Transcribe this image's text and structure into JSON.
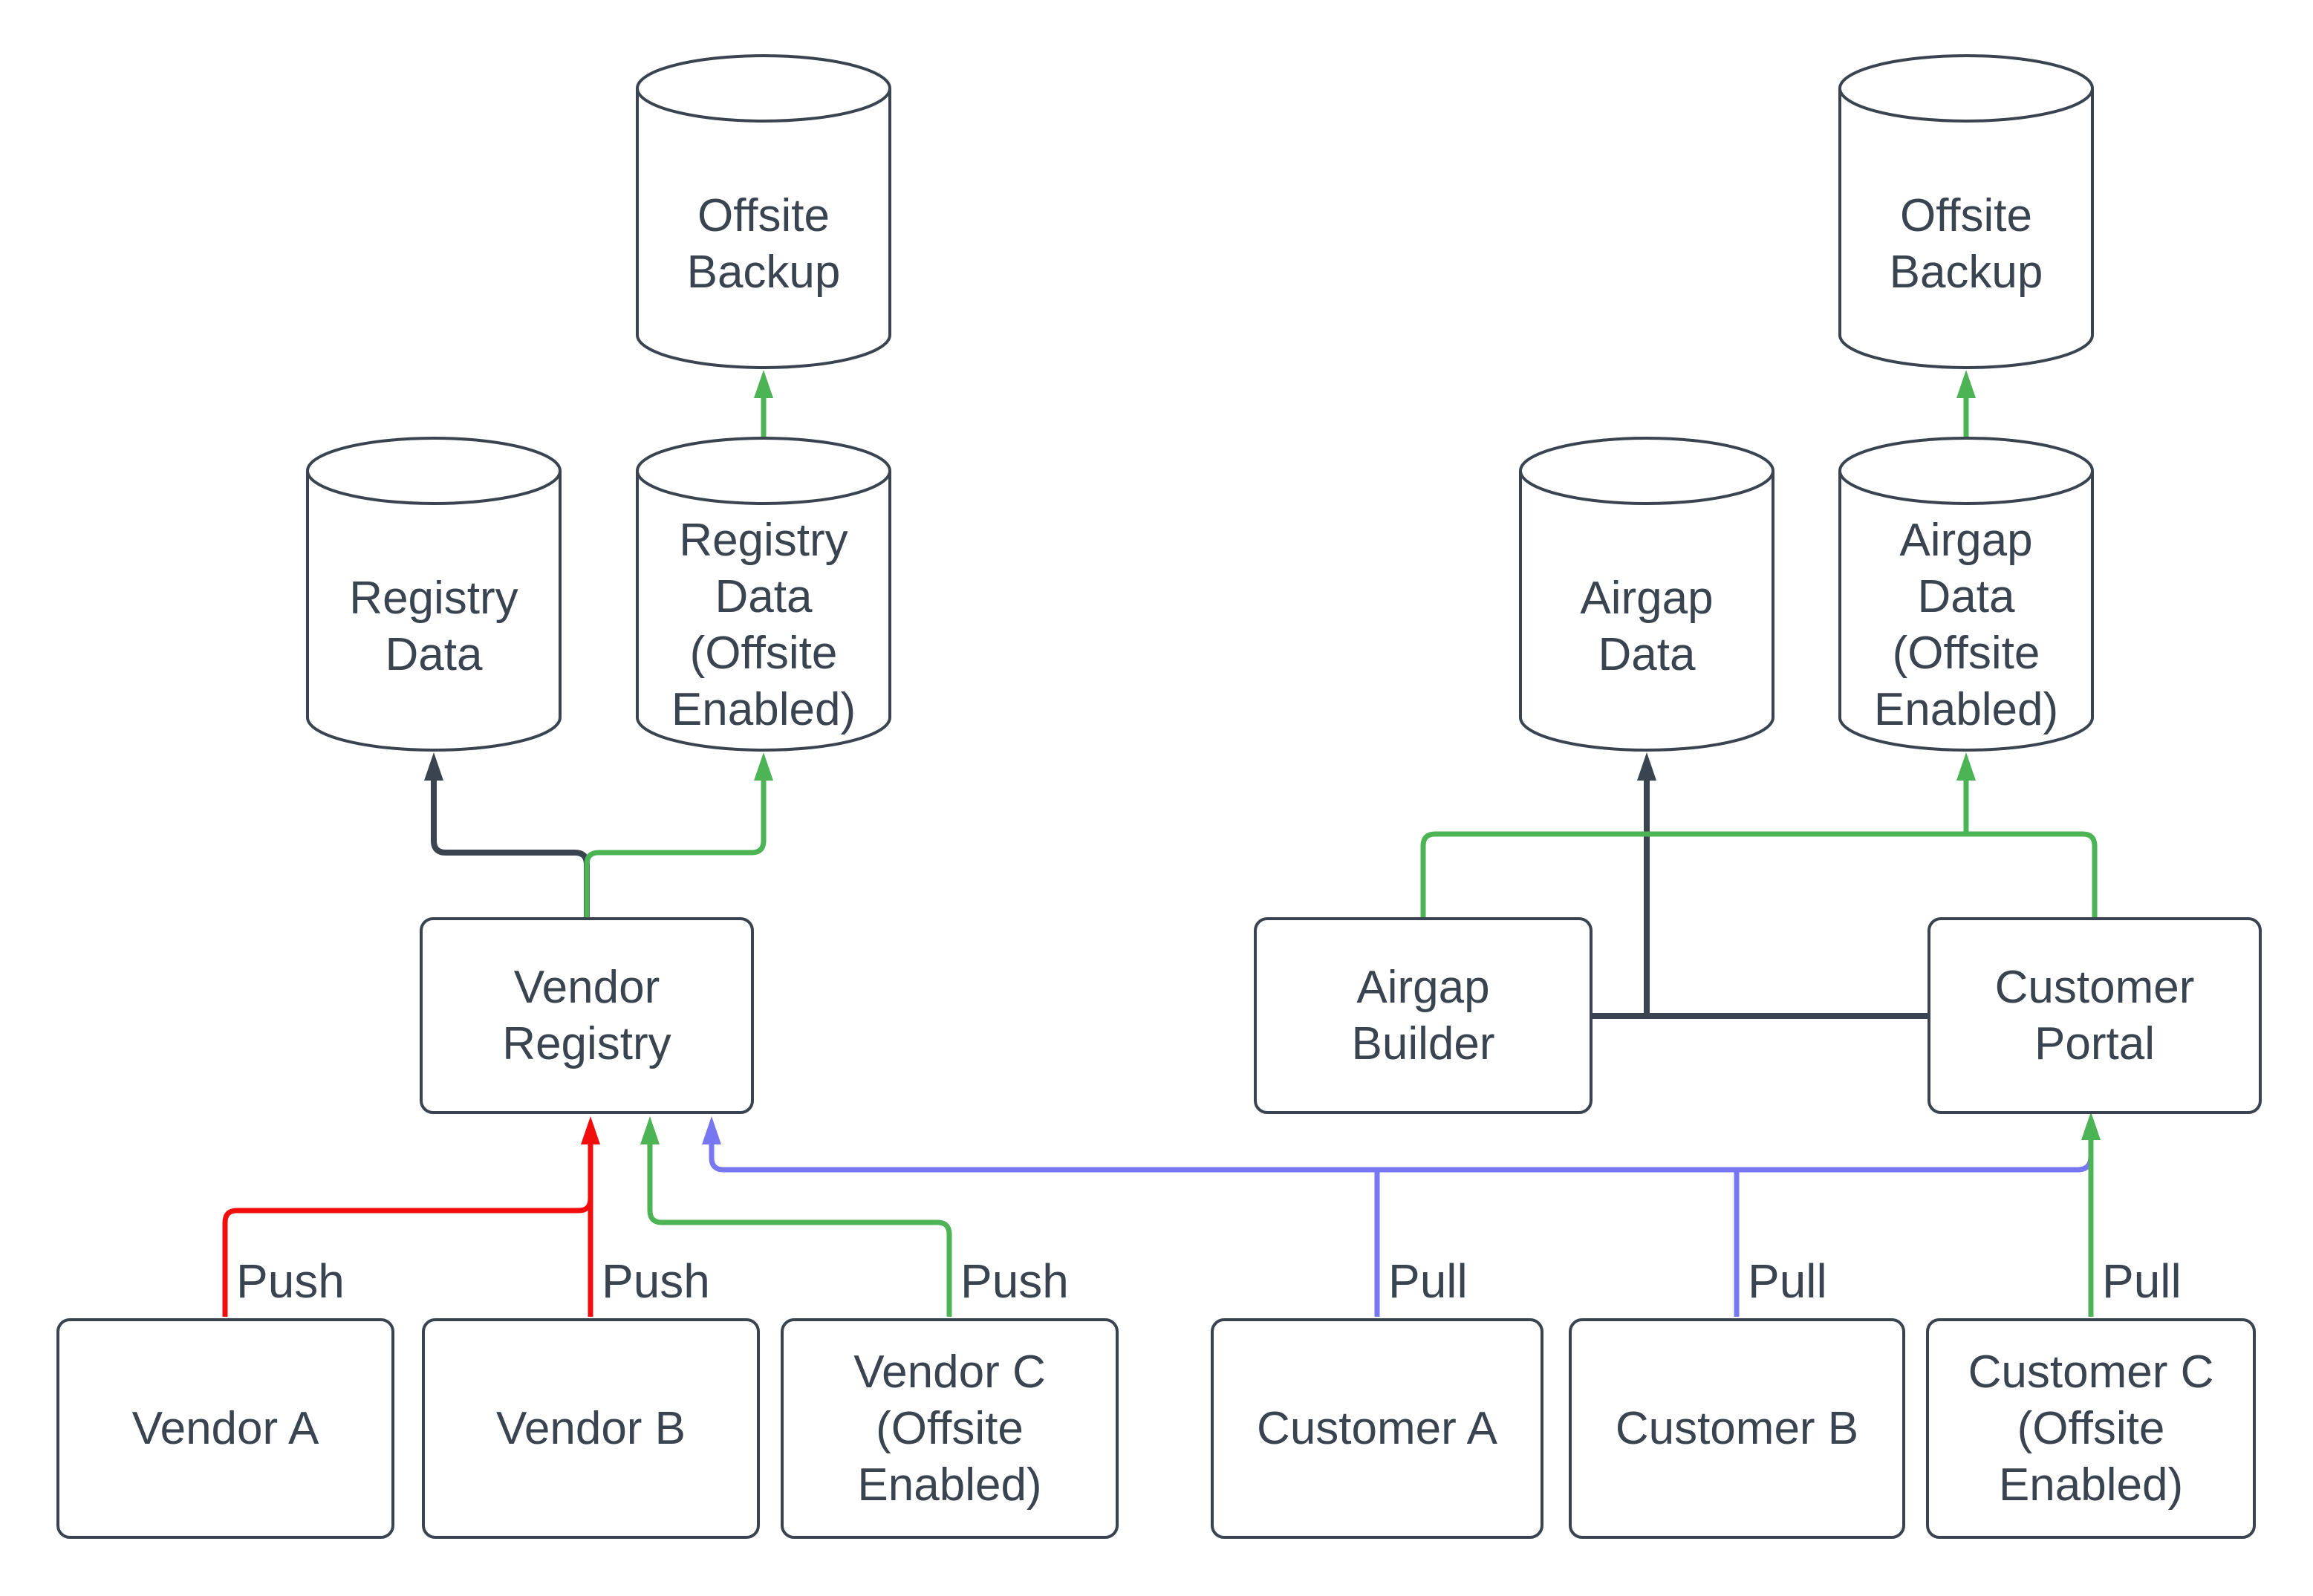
{
  "colors": {
    "red": "#f20d0d",
    "green": "#4cb455",
    "blue": "#7777f2",
    "dark": "#3a4350",
    "fill": "#ffffff"
  },
  "nodes": {
    "offsite_backup_left": {
      "label": "Offsite\nBackup",
      "type": "cylinder"
    },
    "registry_data": {
      "label": "Registry\nData",
      "type": "cylinder"
    },
    "registry_data_offsite": {
      "label": "Registry\nData\n(Offsite\nEnabled)",
      "type": "cylinder"
    },
    "vendor_registry": {
      "label": "Vendor\nRegistry",
      "type": "box"
    },
    "vendor_a": {
      "label": "Vendor A",
      "type": "box"
    },
    "vendor_b": {
      "label": "Vendor B",
      "type": "box"
    },
    "vendor_c": {
      "label": "Vendor C\n(Offsite\nEnabled)",
      "type": "box"
    },
    "offsite_backup_right": {
      "label": "Offsite\nBackup",
      "type": "cylinder"
    },
    "airgap_data": {
      "label": "Airgap\nData",
      "type": "cylinder"
    },
    "airgap_data_offsite": {
      "label": "Airgap\nData\n(Offsite\nEnabled)",
      "type": "cylinder"
    },
    "airgap_builder": {
      "label": "Airgap\nBuilder",
      "type": "box"
    },
    "customer_portal": {
      "label": "Customer\nPortal",
      "type": "box"
    },
    "customer_a": {
      "label": "Customer A",
      "type": "box"
    },
    "customer_b": {
      "label": "Customer B",
      "type": "box"
    },
    "customer_c": {
      "label": "Customer C\n(Offsite\nEnabled)",
      "type": "box"
    }
  },
  "edges": [
    {
      "from": "vendor_a",
      "to": "vendor_registry",
      "label": "Push",
      "color": "red"
    },
    {
      "from": "vendor_b",
      "to": "vendor_registry",
      "label": "Push",
      "color": "red"
    },
    {
      "from": "vendor_c",
      "to": "vendor_registry",
      "label": "Push",
      "color": "green"
    },
    {
      "from": "vendor_registry",
      "to": "registry_data",
      "label": "",
      "color": "dark"
    },
    {
      "from": "vendor_registry",
      "to": "registry_data_offsite",
      "label": "",
      "color": "green"
    },
    {
      "from": "registry_data_offsite",
      "to": "offsite_backup_left",
      "label": "",
      "color": "green"
    },
    {
      "from": "customer_a",
      "to": "vendor_registry",
      "label": "Pull",
      "color": "blue"
    },
    {
      "from": "customer_b",
      "to": "vendor_registry",
      "label": "Pull",
      "color": "blue"
    },
    {
      "from": "customer_c",
      "to": "customer_portal",
      "label": "Pull",
      "color": "green"
    },
    {
      "from": "airgap_builder",
      "to": "airgap_data",
      "label": "",
      "color": "dark"
    },
    {
      "from": "customer_portal",
      "to": "airgap_data",
      "label": "",
      "color": "dark"
    },
    {
      "from": "airgap_builder",
      "to": "airgap_data_offsite",
      "label": "",
      "color": "green"
    },
    {
      "from": "customer_portal",
      "to": "airgap_data_offsite",
      "label": "",
      "color": "green"
    },
    {
      "from": "airgap_data_offsite",
      "to": "offsite_backup_right",
      "label": "",
      "color": "green"
    }
  ]
}
